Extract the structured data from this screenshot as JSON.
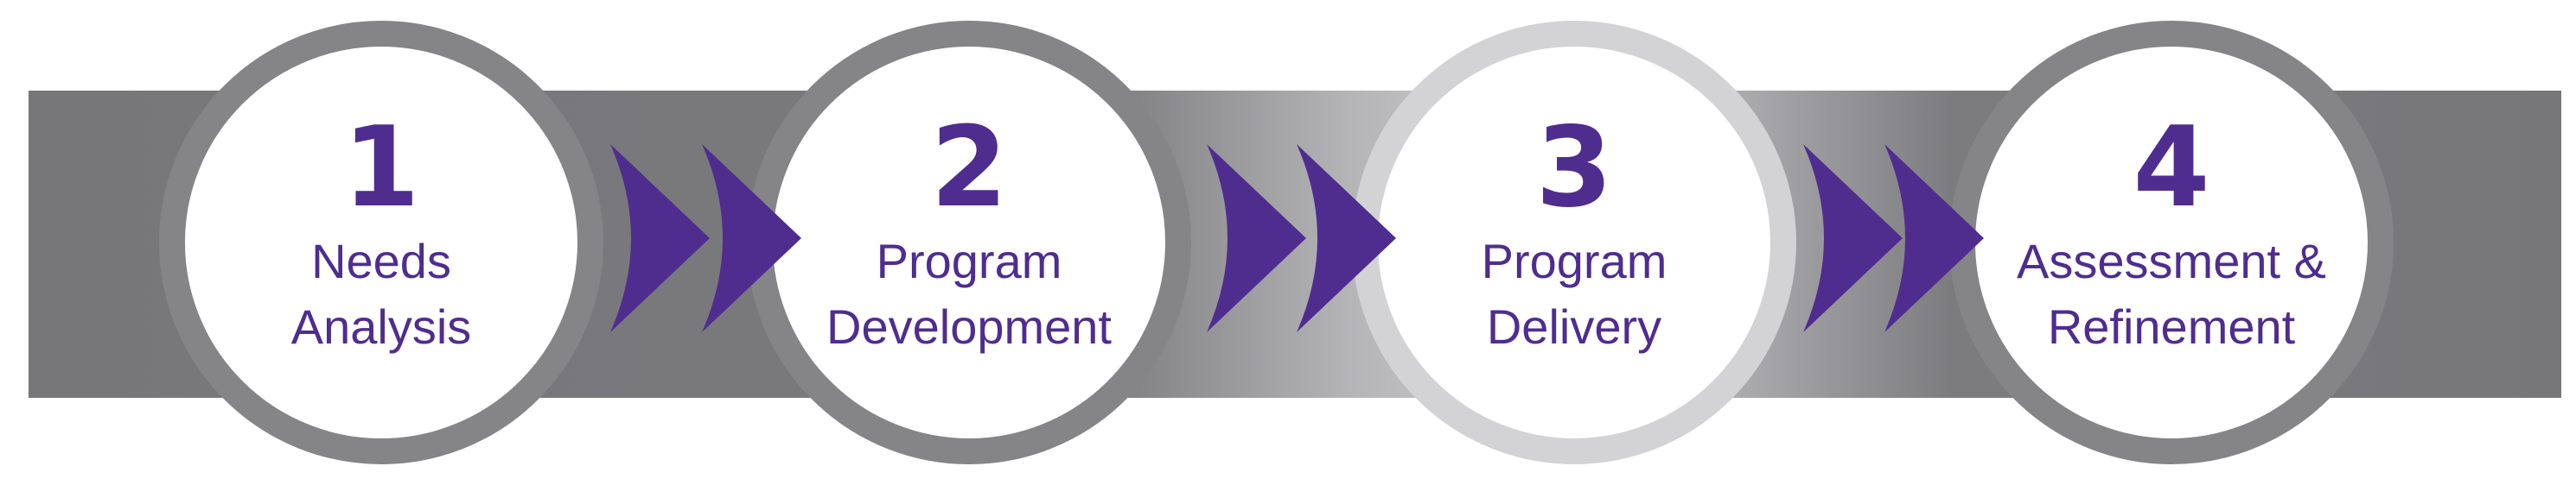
{
  "colors": {
    "accent": "#4f2d8f",
    "band": "#77777a",
    "ring": "#858588",
    "ring_light": "#d3d3d5"
  },
  "steps": [
    {
      "number": "1",
      "line1": "Needs",
      "line2": "Analysis"
    },
    {
      "number": "2",
      "line1": "Program",
      "line2": "Development"
    },
    {
      "number": "3",
      "line1": "Program",
      "line2": "Delivery"
    },
    {
      "number": "4",
      "line1": "Assessment &",
      "line2": "Refinement"
    }
  ]
}
